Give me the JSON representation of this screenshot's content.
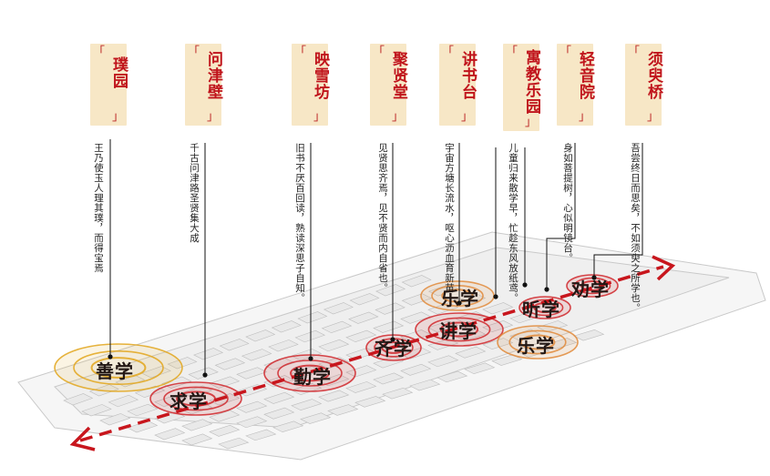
{
  "spots": [
    {
      "name": "璞园",
      "poem_lines": [
        "王乃使玉人理其璞，",
        "而得宝焉"
      ]
    },
    {
      "name": "问津壁",
      "poem_lines": [
        "千古问津路",
        "圣贤集大成"
      ]
    },
    {
      "name": "映雪坊",
      "poem_lines": [
        "旧书不厌百回读，",
        "熟读深思子自知。"
      ]
    },
    {
      "name": "聚贤堂",
      "poem_lines": [
        "见贤思齐焉，",
        "见不贤而内自省也。"
      ]
    },
    {
      "name": "讲书台",
      "poem_lines": [
        "宇宙方塘长流水，",
        "呕心沥血育新苗"
      ]
    },
    {
      "name": "寓教乐园",
      "poem_lines": [
        "儿童归来散学早，",
        "忙趁东风放纸鸢。"
      ]
    },
    {
      "name": "轻音院",
      "poem_lines": [
        "身如菩提树，",
        "心似明镜台。"
      ]
    },
    {
      "name": "须臾桥",
      "poem_lines": [
        "吾尝终日而思矣，",
        "不如须臾之所学也。"
      ]
    }
  ],
  "zones": [
    {
      "label": "善学",
      "color": "#e2a61c"
    },
    {
      "label": "求学",
      "color": "#d0272c"
    },
    {
      "label": "勤学",
      "color": "#d0272c"
    },
    {
      "label": "齐学",
      "color": "#d0272c"
    },
    {
      "label": "讲学",
      "color": "#d0272c"
    },
    {
      "label": "乐学",
      "color": "#e08a3a"
    },
    {
      "label": "乐学",
      "color": "#e08a3a"
    },
    {
      "label": "听学",
      "color": "#d0272c"
    },
    {
      "label": "劝学",
      "color": "#d0272c"
    }
  ],
  "colors": {
    "accent": "#c0141c",
    "tag_bg": "#f7e7c6",
    "route": "#c8161d",
    "leader": "#111111"
  }
}
